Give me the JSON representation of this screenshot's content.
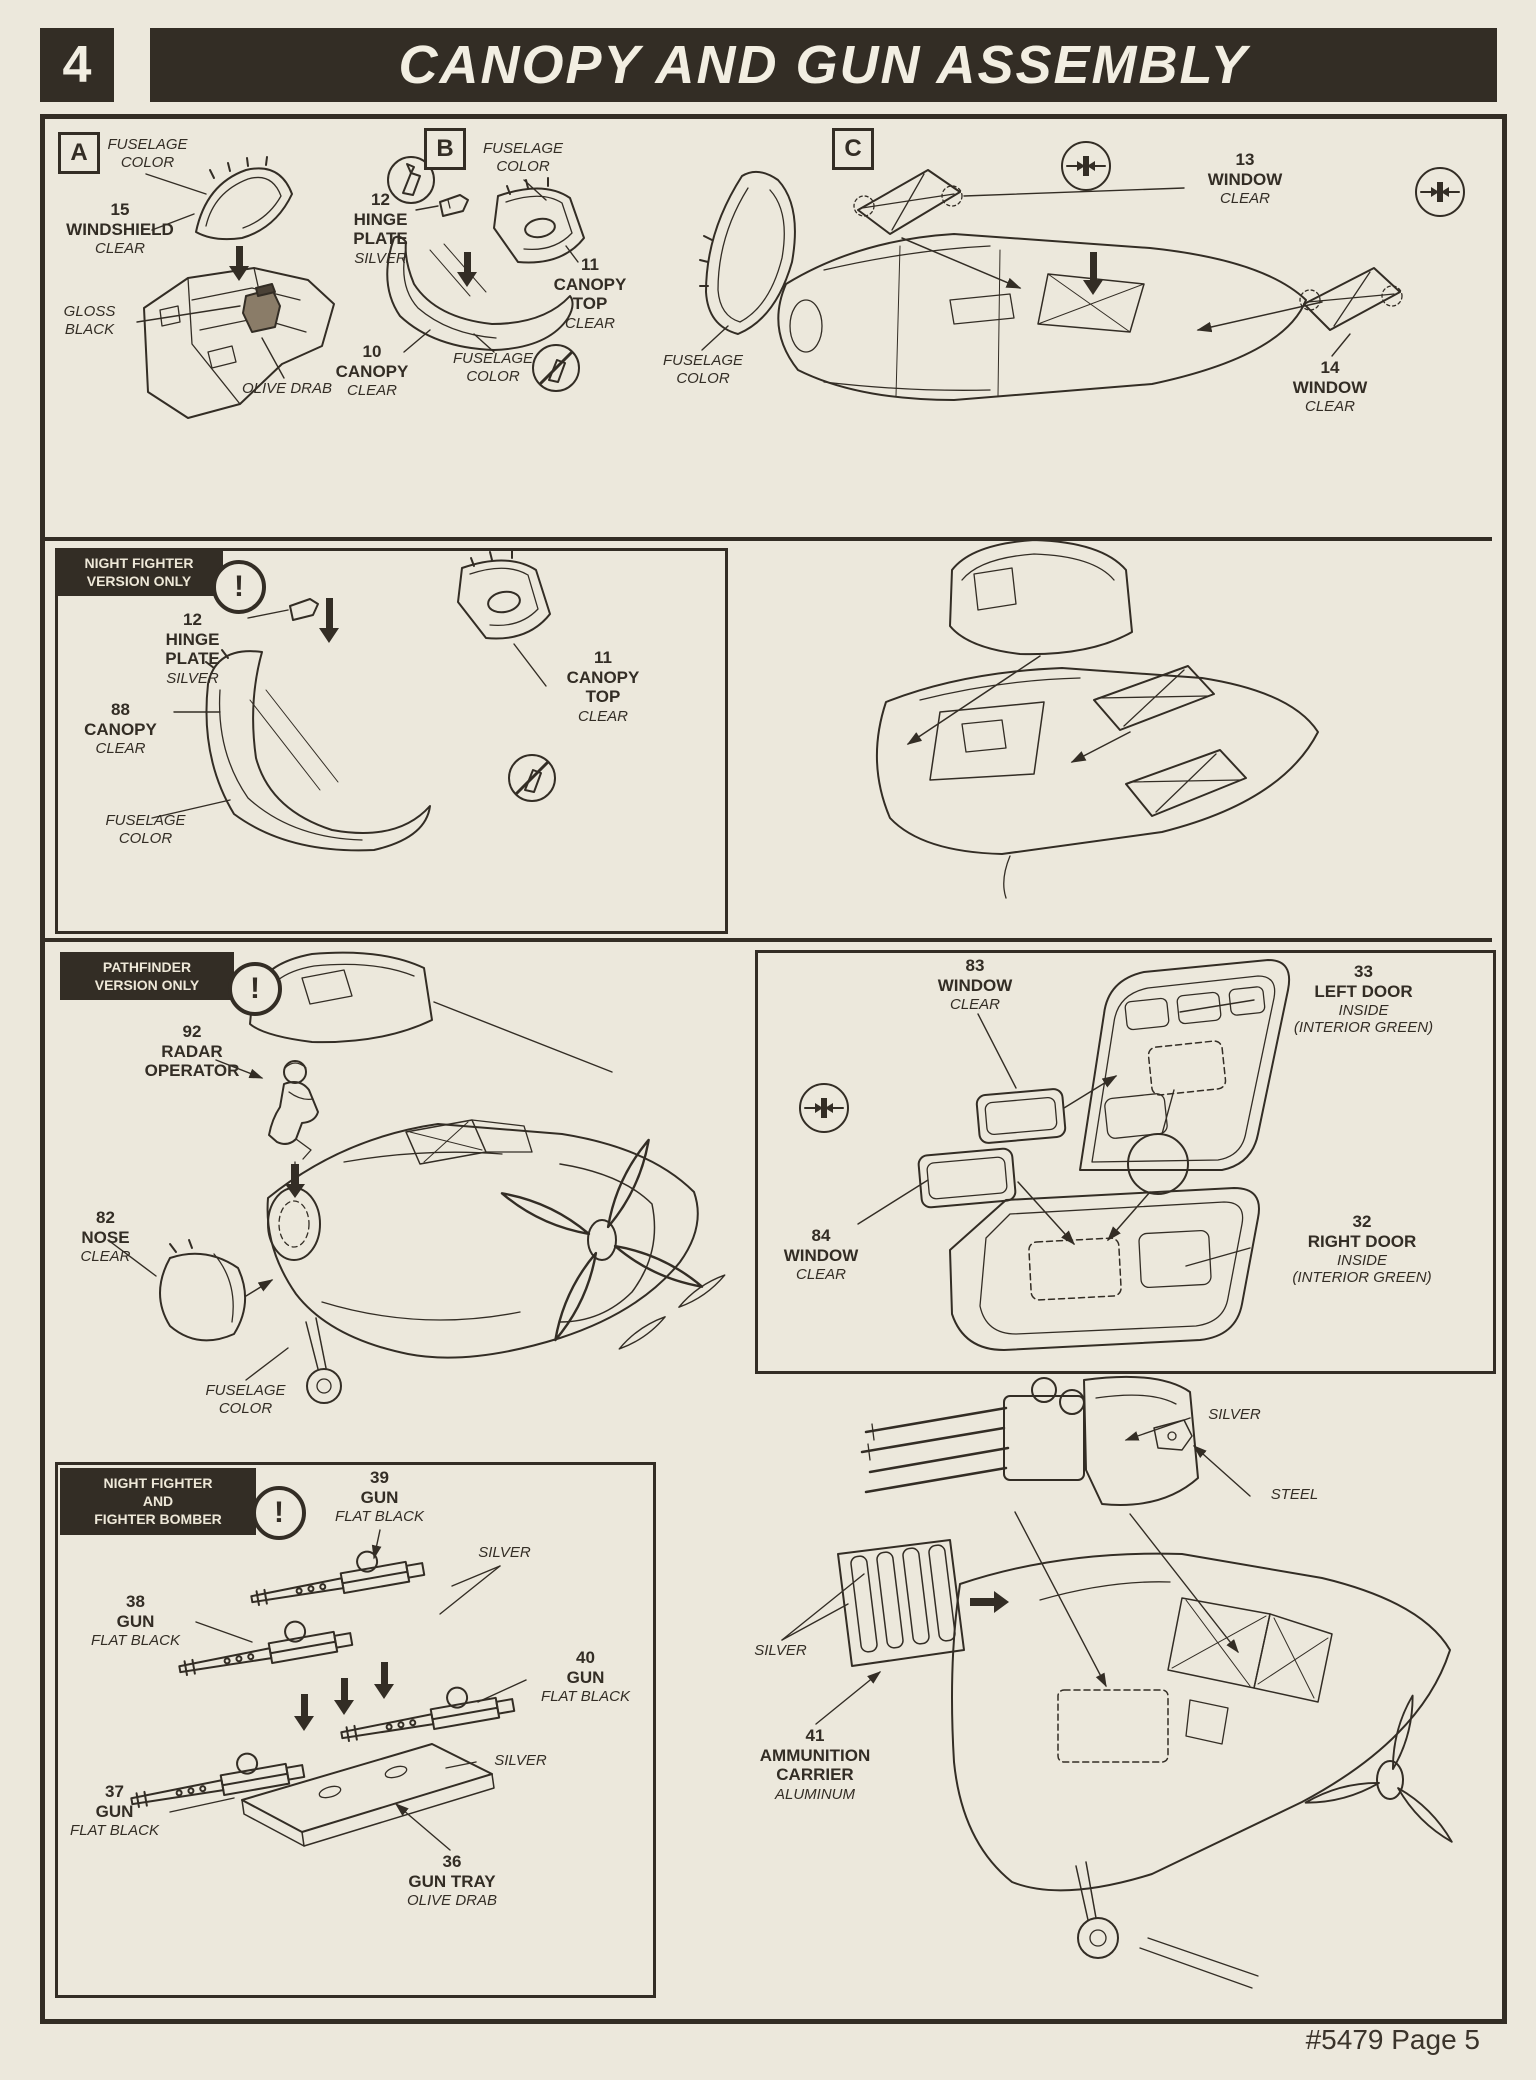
{
  "header": {
    "step": "4",
    "title": "CANOPY AND GUN ASSEMBLY"
  },
  "footer": {
    "text": "#5479 Page 5"
  },
  "section_labels": {
    "a": "A",
    "b": "B",
    "c": "C"
  },
  "tags": {
    "night_fighter": "NIGHT FIGHTER\nVERSION ONLY",
    "pathfinder": "PATHFINDER\nVERSION ONLY",
    "night_fighter_bomber": "NIGHT FIGHTER\nAND\nFIGHTER BOMBER"
  },
  "icons": {
    "attention_glyph": "!"
  },
  "parts": {
    "p15": {
      "num": "15",
      "name": "WINDSHIELD",
      "finish": "CLEAR"
    },
    "p12b": {
      "num": "12",
      "name": "HINGE\nPLATE",
      "finish": "SILVER"
    },
    "p11b": {
      "num": "11",
      "name": "CANOPY\nTOP",
      "finish": "CLEAR"
    },
    "p10": {
      "num": "10",
      "name": "CANOPY",
      "finish": "CLEAR"
    },
    "p13": {
      "num": "13",
      "name": "WINDOW",
      "finish": "CLEAR"
    },
    "p14": {
      "num": "14",
      "name": "WINDOW",
      "finish": "CLEAR"
    },
    "p12n": {
      "num": "12",
      "name": "HINGE\nPLATE",
      "finish": "SILVER"
    },
    "p11n": {
      "num": "11",
      "name": "CANOPY\nTOP",
      "finish": "CLEAR"
    },
    "p88": {
      "num": "88",
      "name": "CANOPY",
      "finish": "CLEAR"
    },
    "p92": {
      "num": "92",
      "name": "RADAR\nOPERATOR",
      "finish": ""
    },
    "p82": {
      "num": "82",
      "name": "NOSE",
      "finish": "CLEAR"
    },
    "p83": {
      "num": "83",
      "name": "WINDOW",
      "finish": "CLEAR"
    },
    "p33": {
      "num": "33",
      "name": "LEFT DOOR",
      "finish": "INSIDE\n(INTERIOR GREEN)"
    },
    "p84": {
      "num": "84",
      "name": "WINDOW",
      "finish": "CLEAR"
    },
    "p32": {
      "num": "32",
      "name": "RIGHT DOOR",
      "finish": "INSIDE\n(INTERIOR GREEN)"
    },
    "p39": {
      "num": "39",
      "name": "GUN",
      "finish": "FLAT BLACK"
    },
    "p38": {
      "num": "38",
      "name": "GUN",
      "finish": "FLAT BLACK"
    },
    "p40": {
      "num": "40",
      "name": "GUN",
      "finish": "FLAT BLACK"
    },
    "p37": {
      "num": "37",
      "name": "GUN",
      "finish": "FLAT BLACK"
    },
    "p36": {
      "num": "36",
      "name": "GUN TRAY",
      "finish": "OLIVE DRAB"
    },
    "p41": {
      "num": "41",
      "name": "AMMUNITION\nCARRIER",
      "finish": "ALUMINUM"
    }
  },
  "notes": {
    "a_fuselage": "FUSELAGE\nCOLOR",
    "a_gloss_black": "GLOSS\nBLACK",
    "a_olive_drab": "OLIVE DRAB",
    "b_fuselage_top": "FUSELAGE\nCOLOR",
    "b_fuselage_bottom": "FUSELAGE\nCOLOR",
    "c_fuselage": "FUSELAGE\nCOLOR",
    "nf_fuselage": "FUSELAGE\nCOLOR",
    "pf_fuselage": "FUSELAGE\nCOLOR",
    "guns_silver_top": "SILVER",
    "guns_silver_bottom": "SILVER",
    "right_silver_top": "SILVER",
    "right_steel": "STEEL",
    "right_silver_left": "SILVER"
  },
  "colors": {
    "paper": "#ece8dc",
    "ink": "#332d25"
  }
}
